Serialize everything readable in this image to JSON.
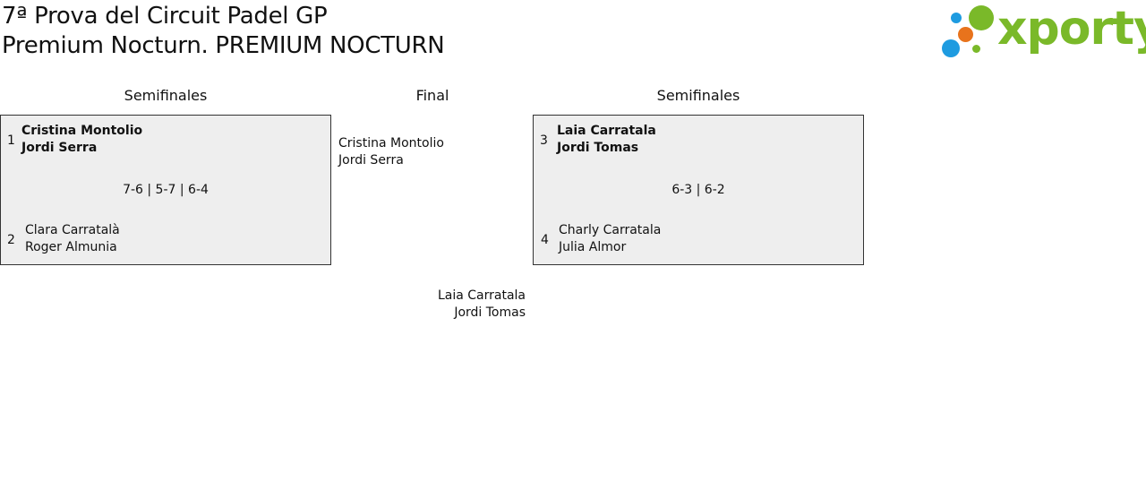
{
  "header": {
    "title_line1": "7ª Prova del Circuit Padel GP",
    "title_line2": "Premium Nocturn. PREMIUM NOCTURN"
  },
  "logo": {
    "text": "xporty",
    "brand_color": "#7ab929",
    "dot_colors": [
      "#1e9be0",
      "#7ab929",
      "#e8731c",
      "#1e9be0"
    ]
  },
  "rounds": {
    "left_label": "Semifinales",
    "final_label": "Final",
    "right_label": "Semifinales"
  },
  "matches": [
    {
      "seed_a": "1",
      "team_a": [
        "Cristina Montolio",
        "Jordi Serra"
      ],
      "seed_b": "2",
      "team_b": [
        "Clara Carratalà",
        "Roger Almunia"
      ],
      "score": "7-6 | 5-7 | 6-4",
      "winner": "a"
    },
    {
      "seed_a": "3",
      "team_a": [
        "Laia Carratala",
        "Jordi Tomas"
      ],
      "seed_b": "4",
      "team_b": [
        "Charly Carratala",
        "Julia Almor"
      ],
      "score": "6-3 | 6-2",
      "winner": "a"
    }
  ],
  "final": {
    "finalist_left": [
      "Cristina Montolio",
      "Jordi Serra"
    ],
    "finalist_right": [
      "Laia Carratala",
      "Jordi Tomas"
    ]
  }
}
